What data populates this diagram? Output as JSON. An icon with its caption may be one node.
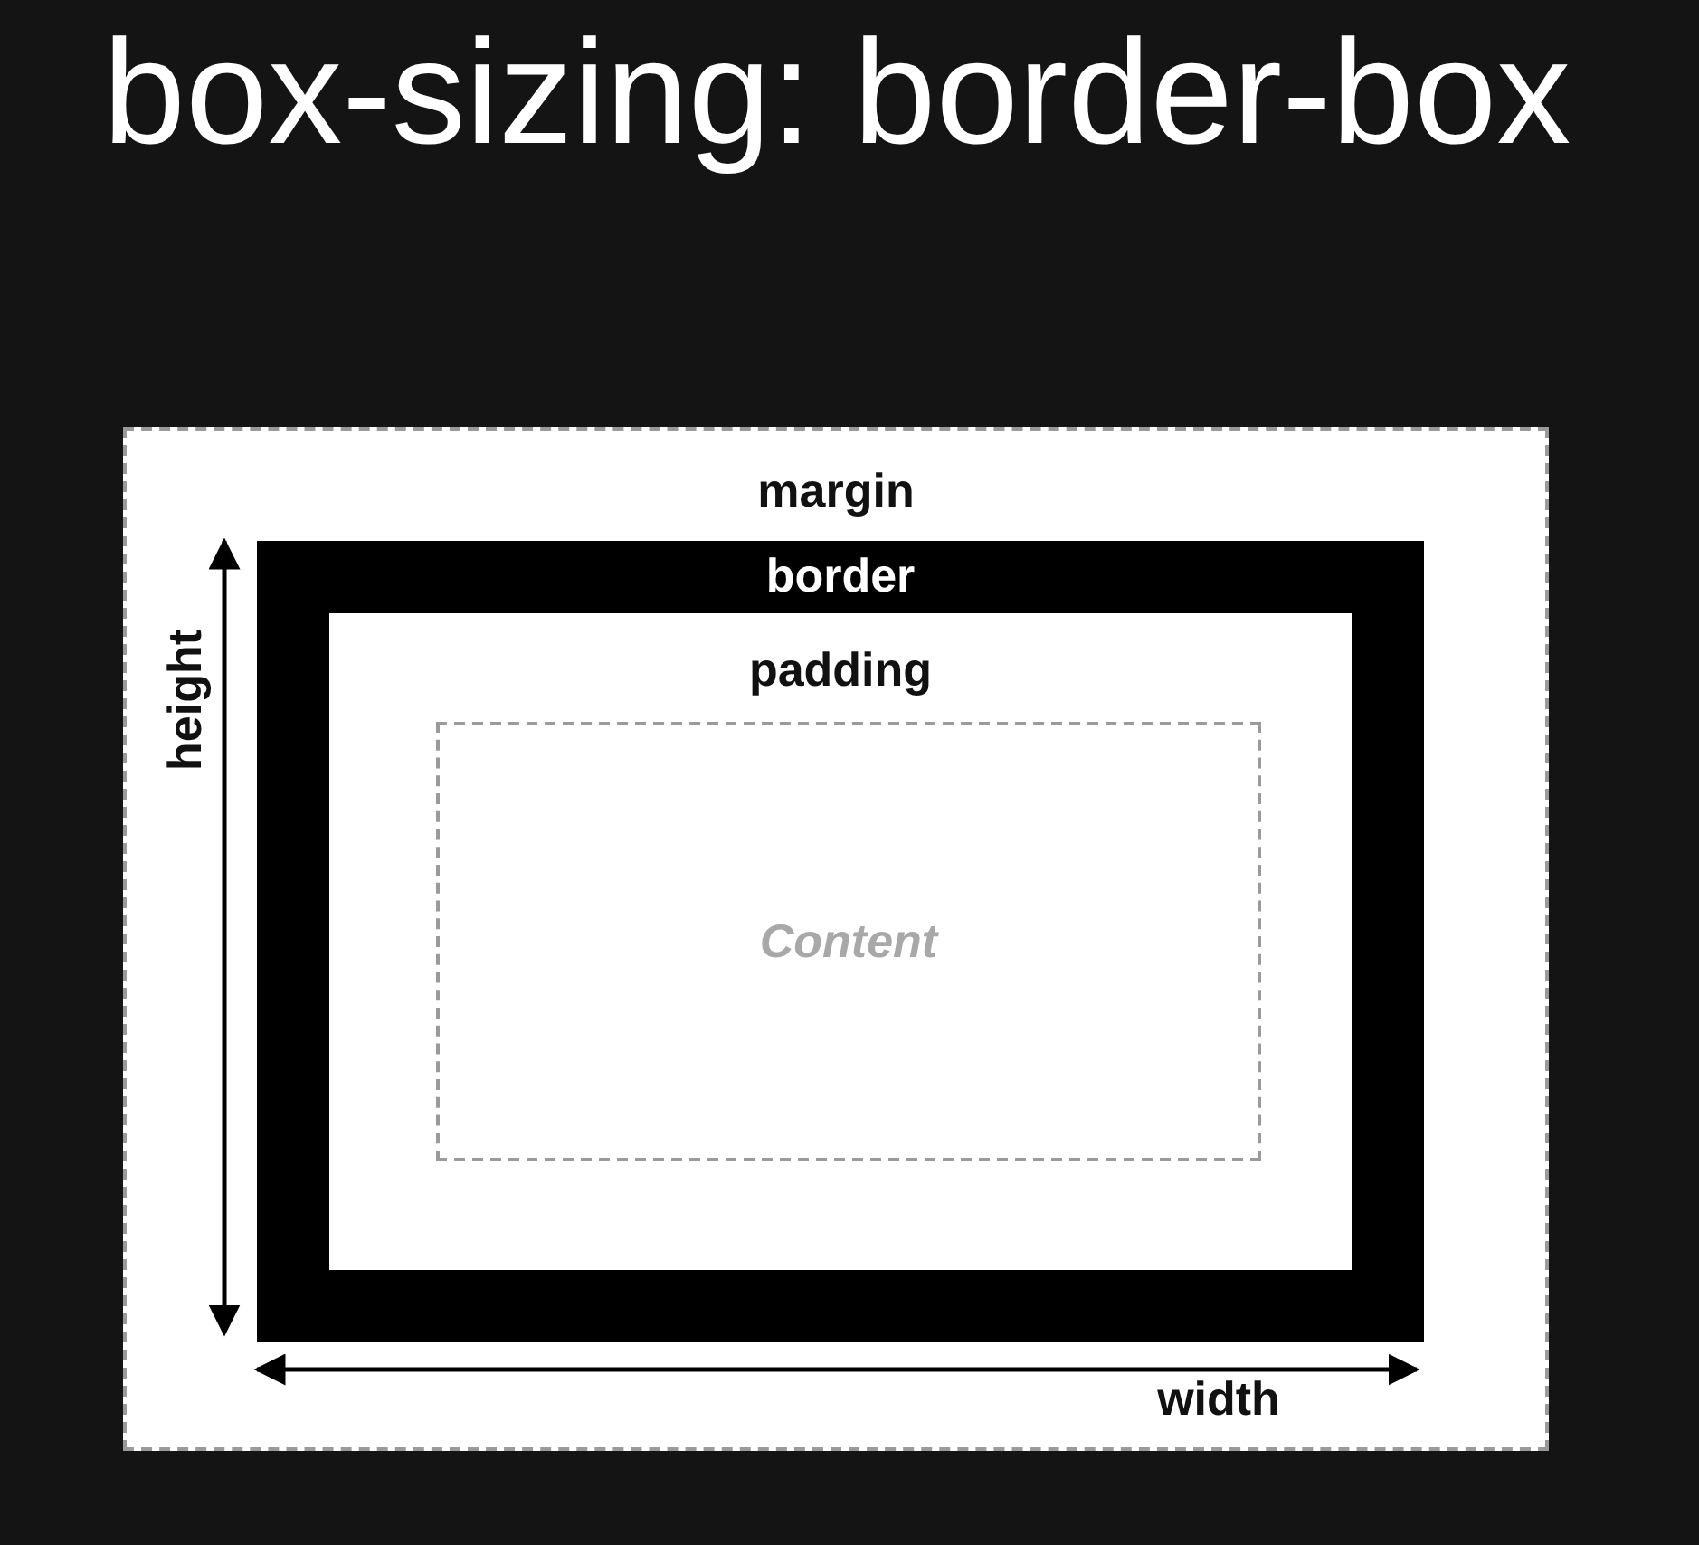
{
  "diagram": {
    "title": "box-sizing: border-box",
    "nodes": [
      {
        "text": [
          "margin"
        ]
      },
      {
        "text": [
          "border"
        ],
        "in": 0
      },
      {
        "text": [
          "padding"
        ],
        "in": 1
      },
      {
        "text": [
          "Content"
        ],
        "in": 2
      }
    ],
    "labels": [
      "height",
      "width"
    ]
  }
}
